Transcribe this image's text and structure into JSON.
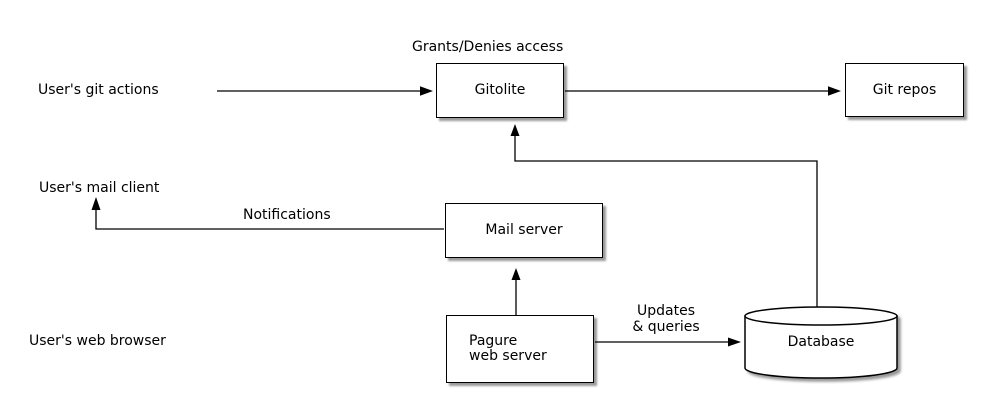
{
  "diagram": {
    "background": "#ffffff",
    "stroke_color": "#000000",
    "node_fill": "#ffffff",
    "shadow_color": "rgba(0,0,0,0.40)",
    "nodes": {
      "gitolite": {
        "label": "Gitolite",
        "shape": "rect"
      },
      "git_repos": {
        "label": "Git repos",
        "shape": "rect"
      },
      "mail_server": {
        "label": "Mail server",
        "shape": "rect"
      },
      "pagure_web_server": {
        "label_line1": "Pagure",
        "label_line2": "web server",
        "shape": "rect"
      },
      "database": {
        "label": "Database",
        "shape": "cylinder"
      }
    },
    "external_labels": {
      "git_actions": "User's git actions",
      "mail_client": "User's mail client",
      "web_browser": "User's web browser"
    },
    "edge_labels": {
      "grants": "Grants/Denies access",
      "notifications": "Notifications",
      "updates_line1": "Updates",
      "updates_line2": "& queries"
    },
    "edges": [
      {
        "from": "User's git actions",
        "to": "Gitolite",
        "label": "Grants/Denies access"
      },
      {
        "from": "Gitolite",
        "to": "Git repos",
        "label": ""
      },
      {
        "from": "Mail server",
        "to": "User's mail client",
        "label": "Notifications"
      },
      {
        "from": "Pagure web server",
        "to": "Mail server",
        "label": ""
      },
      {
        "from": "Pagure web server",
        "to": "Database",
        "label": "Updates & queries"
      },
      {
        "from": "Database",
        "to": "Gitolite",
        "label": ""
      }
    ]
  }
}
